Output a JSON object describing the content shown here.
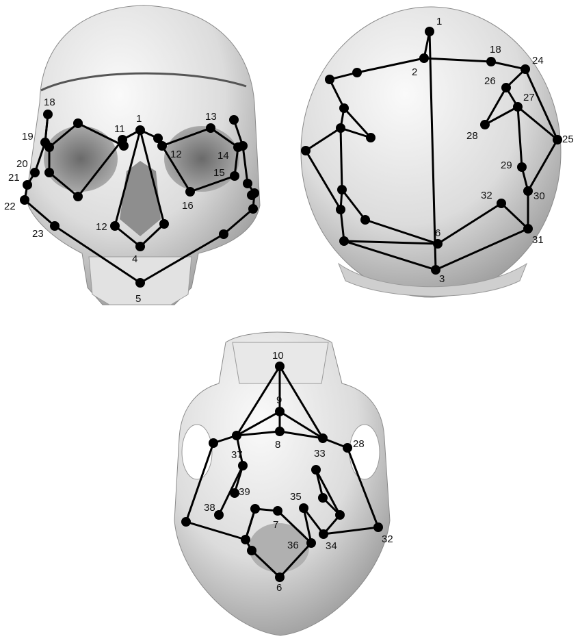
{
  "figure": {
    "views": [
      {
        "id": "frontal",
        "landmarks": [
          {
            "id": "1",
            "label": "1"
          },
          {
            "id": "4",
            "label": "4"
          },
          {
            "id": "5",
            "label": "5"
          },
          {
            "id": "11",
            "label": "11"
          },
          {
            "id": "12L",
            "label": "12"
          },
          {
            "id": "12R",
            "label": "12"
          },
          {
            "id": "13",
            "label": "13"
          },
          {
            "id": "14",
            "label": "14"
          },
          {
            "id": "15",
            "label": "15"
          },
          {
            "id": "16",
            "label": "16"
          },
          {
            "id": "18",
            "label": "18"
          },
          {
            "id": "19",
            "label": "19"
          },
          {
            "id": "20",
            "label": "20"
          },
          {
            "id": "21",
            "label": "21"
          },
          {
            "id": "22",
            "label": "22"
          },
          {
            "id": "23",
            "label": "23"
          }
        ]
      },
      {
        "id": "superior",
        "landmarks": [
          {
            "id": "1",
            "label": "1"
          },
          {
            "id": "2",
            "label": "2"
          },
          {
            "id": "3",
            "label": "3"
          },
          {
            "id": "6",
            "label": "6"
          },
          {
            "id": "18",
            "label": "18"
          },
          {
            "id": "24",
            "label": "24"
          },
          {
            "id": "25",
            "label": "25"
          },
          {
            "id": "26",
            "label": "26"
          },
          {
            "id": "27",
            "label": "27"
          },
          {
            "id": "28",
            "label": "28"
          },
          {
            "id": "29",
            "label": "29"
          },
          {
            "id": "30",
            "label": "30"
          },
          {
            "id": "31",
            "label": "31"
          },
          {
            "id": "32",
            "label": "32"
          }
        ]
      },
      {
        "id": "inferior",
        "landmarks": [
          {
            "id": "6",
            "label": "6"
          },
          {
            "id": "7",
            "label": "7"
          },
          {
            "id": "8",
            "label": "8"
          },
          {
            "id": "9",
            "label": "9"
          },
          {
            "id": "10",
            "label": "10"
          },
          {
            "id": "28",
            "label": "28"
          },
          {
            "id": "32",
            "label": "32"
          },
          {
            "id": "33",
            "label": "33"
          },
          {
            "id": "34",
            "label": "34"
          },
          {
            "id": "35",
            "label": "35"
          },
          {
            "id": "36",
            "label": "36"
          },
          {
            "id": "37",
            "label": "37"
          },
          {
            "id": "38",
            "label": "38"
          },
          {
            "id": "39",
            "label": "39"
          }
        ]
      }
    ]
  }
}
